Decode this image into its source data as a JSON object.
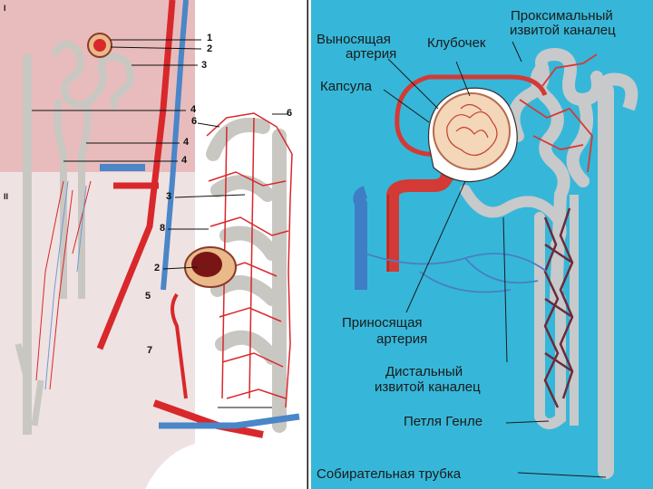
{
  "colors": {
    "artery": "#d8282b",
    "vein": "#4a86c8",
    "tubule": "#bfc2c4",
    "capsule": "#e9b98a",
    "right_bg": "#36b7d9",
    "left_top_bg": "#e8bcbc"
  },
  "left_diagram": {
    "numbers": {
      "n1": "1",
      "n2": "2",
      "n3": "3",
      "n4a": "4",
      "n4b": "4",
      "n4c": "4",
      "n6a": "6",
      "n6b": "6",
      "n3b": "3",
      "n8": "8",
      "n2b": "2",
      "n5": "5",
      "n7": "7",
      "roman1": "I",
      "roman2": "II"
    }
  },
  "right_diagram": {
    "labels": {
      "proximal_line1": "Проксимальный",
      "proximal_line2": "извитой каналец",
      "efferent_line1": "Выносящая",
      "efferent_line2": "артерия",
      "glomerulus": "Клубочек",
      "capsule": "Капсула",
      "afferent_line1": "Приносящая",
      "afferent_line2": "артерия",
      "distal_line1": "Дистальный",
      "distal_line2": "извитой каналец",
      "henle_loop": "Петля Генле",
      "collecting_duct": "Собирательная трубка"
    }
  }
}
